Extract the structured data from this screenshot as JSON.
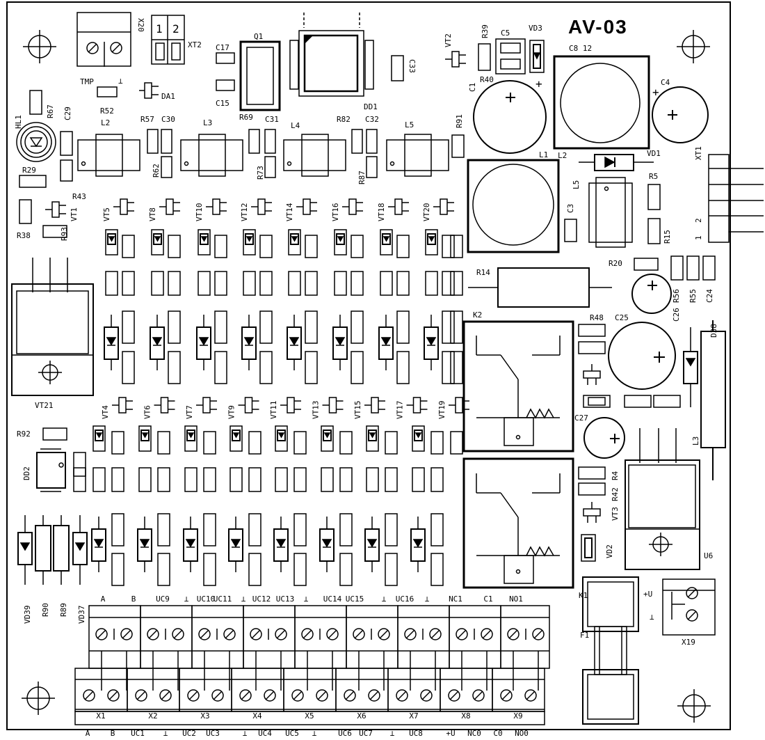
{
  "board": {
    "title": "AV-03"
  },
  "labels": {
    "x20": "X20",
    "xt2": "XT2",
    "xt2_p1": "1",
    "xt2_p2": "2",
    "tmp": "TMP",
    "gnd_sym": "⊥",
    "r52": "R52",
    "da1": "DA1",
    "c17": "C17",
    "c15": "C15",
    "q1": "Q1",
    "dd1": "DD1",
    "c33": "C33",
    "vt2": "VT2",
    "r39": "R39",
    "c5": "C5",
    "vd3": "VD3",
    "c8_12": "C8 12",
    "r40": "R40",
    "c1": "C1",
    "c4": "C4",
    "plus1": "+",
    "plus4": "+",
    "hl1": "HL1",
    "r67": "R67",
    "c29": "C29",
    "l2small": "L2",
    "r57": "R57",
    "c30": "C30",
    "l3": "L3",
    "r69": "R69",
    "c31": "C31",
    "l4": "L4",
    "r82": "R82",
    "c32": "C32",
    "l5": "L5",
    "r91": "R91",
    "l1": "L1",
    "l2": "L2",
    "vd1": "VD1",
    "xt1": "XT1",
    "r29": "R29",
    "r62": "R62",
    "r73": "R73",
    "r87": "R87",
    "r43": "R43",
    "vt1": "VT1",
    "r5": "R5",
    "c3": "C3",
    "l_five": "L5",
    "r38": "R38",
    "r93": "R93",
    "r15": "R15",
    "xt1_2": "2",
    "xt1_1": "1",
    "r20": "R20",
    "r14": "R14",
    "r55": "R55",
    "c24": "C24",
    "c26": "C26",
    "r56": "R56",
    "d38": "D38",
    "k2": "K2",
    "r48": "R48",
    "c25": "C25",
    "c27": "C27",
    "l3b": "L3",
    "vt21": "VT21",
    "r92": "R92",
    "dd2": "DD2",
    "r4": "R4",
    "r42": "R42",
    "vt3": "VT3",
    "vd2": "VD2",
    "u6": "U6",
    "k1": "K1",
    "plus_u": "+U",
    "x19": "X19",
    "f1": "F1",
    "vd39": "VD39",
    "r90": "R90",
    "r89": "R89",
    "vd37": "VD37",
    "vt_top": [
      "VT5",
      "VT8",
      "VT10",
      "VT12",
      "VT14",
      "VT16",
      "VT18",
      "VT20"
    ],
    "vt_mid": [
      "VT4",
      "VT6",
      "VT7",
      "VT9",
      "VT11",
      "VT13",
      "VT15",
      "VT17",
      "VT19"
    ],
    "top_terms": [
      "A",
      "B",
      "UC9",
      "⊥",
      "UC10",
      "UC11",
      "⊥",
      "UC12",
      "UC13",
      "⊥",
      "UC14",
      "UC15",
      "⊥",
      "UC16",
      "⊥",
      "NC1",
      "C1",
      "NO1"
    ],
    "x_names": [
      "X1",
      "X2",
      "X3",
      "X4",
      "X5",
      "X6",
      "X7",
      "X8",
      "X9"
    ],
    "bottom_terms": [
      "A",
      "B",
      "UC1",
      "⊥",
      "UC2",
      "UC3",
      "⊥",
      "UC4",
      "UC5",
      "⊥",
      "UC6",
      "UC7",
      "⊥",
      "UC8",
      "+U",
      "NC0",
      "C0",
      "NO0"
    ]
  },
  "colors": {
    "ink": "#000000",
    "paper": "#ffffff",
    "board_edge": "#000000"
  }
}
